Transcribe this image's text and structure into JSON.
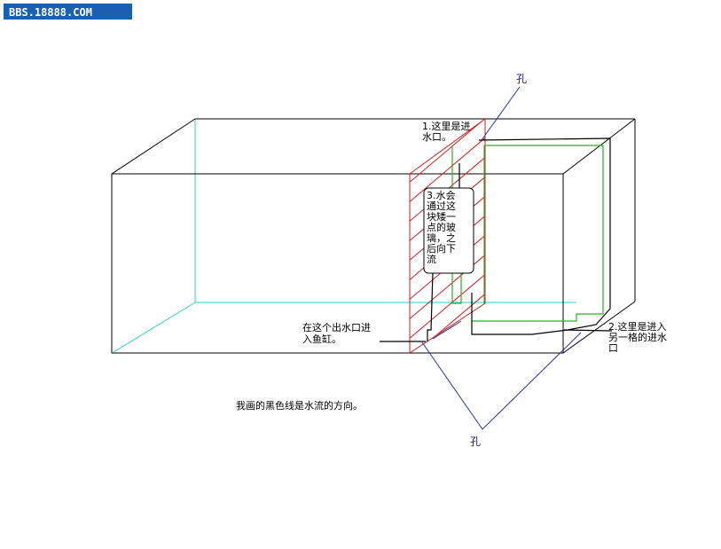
{
  "logo": {
    "text": "BBS.18888.COM",
    "bg": "#1c5fb0",
    "fg": "#ffffff"
  },
  "colors": {
    "tank_outline": "#000000",
    "inner_edge": "#33cccc",
    "glass_hatch": "#d11c1c",
    "green_path": "#33aa33",
    "blue_path": "#2233aa",
    "hole_pointer": "#2233aa"
  },
  "labels": {
    "hole_top": "孔",
    "hole_bottom": "孔",
    "inlet_1": [
      "1.这里是进",
      "水口。"
    ],
    "inlet_2": [
      "2.这里是进入",
      "另一格的进水",
      "口"
    ],
    "glass_3": [
      "3.水会",
      "通过这",
      "块矮一",
      "点的玻",
      "璃，之",
      "后向下",
      "流"
    ],
    "outlet": [
      "在这个出水口进",
      "入鱼缸。"
    ],
    "caption": "我画的黑色线是水流的方向。"
  }
}
